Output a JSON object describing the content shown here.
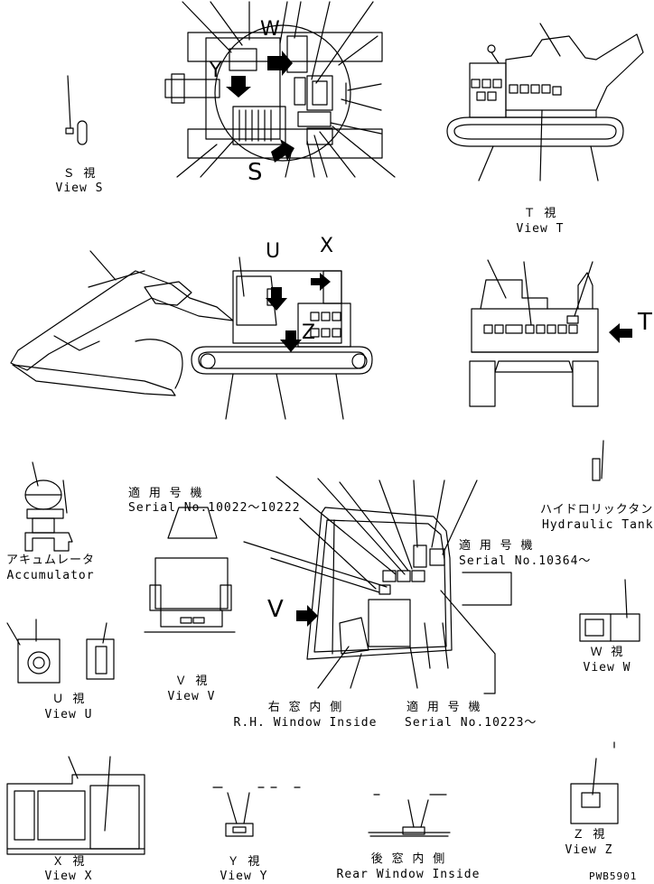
{
  "views": {
    "s": {
      "jp": "Ｓ 視",
      "en": "View S"
    },
    "t": {
      "jp": "Ｔ 視",
      "en": "View T"
    },
    "v": {
      "jp": "Ｖ 視",
      "en": "View V"
    },
    "u": {
      "jp": "Ｕ 視",
      "en": "View U"
    },
    "w": {
      "jp": "Ｗ 視",
      "en": "View W"
    },
    "x": {
      "jp": "Ｘ 視",
      "en": "View X"
    },
    "y": {
      "jp": "Ｙ 視",
      "en": "View Y"
    },
    "z": {
      "jp": "Ｚ 視",
      "en": "View Z"
    }
  },
  "letters": {
    "S": "S",
    "W": "W",
    "Y": "Y",
    "U": "U",
    "X": "X",
    "Z": "Z",
    "T": "T",
    "V": "V"
  },
  "notes": {
    "serial_a_jp": "適 用 号 機",
    "serial_a_en": "Serial No.10022～10222",
    "serial_b_jp": "適 用 号 機",
    "serial_b_en": "Serial No.10364～",
    "serial_c_jp": "適 用 号 機",
    "serial_c_en": "Serial No.10223～",
    "rh_window_jp": "右 窓 内 側",
    "rh_window_en": "R.H. Window Inside",
    "rear_window_jp": "後 窓 内 側",
    "rear_window_en": "Rear Window Inside",
    "accumulator_jp": "アキュムレータ",
    "accumulator_en": "Accumulator",
    "hyd_tank_jp": "ハイドロリックタンク",
    "hyd_tank_en": "Hydraulic Tank",
    "drawing_ref": "PWB5901"
  }
}
